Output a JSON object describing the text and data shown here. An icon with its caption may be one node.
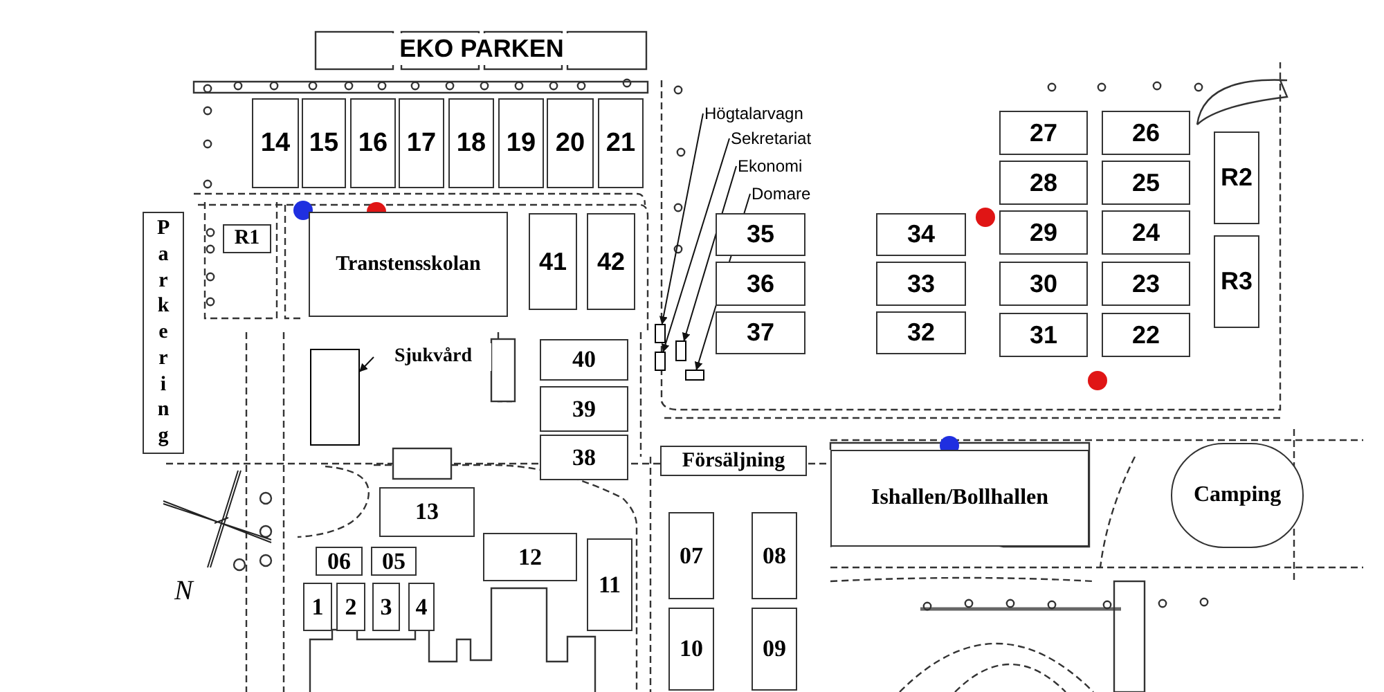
{
  "diagram": {
    "nodes": [
      {
        "text": [
          "14"
        ]
      },
      {
        "text": [
          "15"
        ]
      },
      {
        "text": [
          "16"
        ]
      },
      {
        "text": [
          "17"
        ]
      },
      {
        "text": [
          "18"
        ]
      },
      {
        "text": [
          "19"
        ]
      },
      {
        "text": [
          "20"
        ]
      },
      {
        "text": [
          "21"
        ]
      },
      {
        "text": [
          "Parkering"
        ]
      },
      {
        "text": [
          "R1"
        ]
      },
      {
        "text": [
          "Transtensskolan"
        ]
      },
      {
        "text": [
          "41"
        ]
      },
      {
        "text": [
          "42"
        ]
      },
      {
        "text": [
          "Högtalarvagn"
        ]
      },
      {
        "text": [
          "Sekretariat"
        ]
      },
      {
        "text": [
          "Ekonomi"
        ]
      },
      {
        "text": [
          "Domare"
        ]
      },
      {
        "text": [],
        "shape": "box"
      },
      {
        "text": [],
        "shape": "box"
      },
      {
        "text": [],
        "shape": "box"
      },
      {
        "text": [],
        "shape": "box"
      },
      {
        "text": [
          "35"
        ]
      },
      {
        "text": [
          "36"
        ]
      },
      {
        "text": [
          "37"
        ]
      },
      {
        "text": [
          "34"
        ]
      },
      {
        "text": [
          "33"
        ]
      },
      {
        "text": [
          "32"
        ]
      },
      {
        "text": [
          "27"
        ]
      },
      {
        "text": [
          "26"
        ]
      },
      {
        "text": [
          "28"
        ]
      },
      {
        "text": [
          "25"
        ]
      },
      {
        "text": [
          "29"
        ]
      },
      {
        "text": [
          "24"
        ]
      },
      {
        "text": [
          "30"
        ]
      },
      {
        "text": [
          "23"
        ]
      },
      {
        "text": [
          "31"
        ]
      },
      {
        "text": [
          "22"
        ]
      },
      {
        "text": [
          "R2"
        ]
      },
      {
        "text": [
          "R3"
        ]
      },
      {
        "text": [
          "Sjukvård"
        ]
      },
      {
        "text": [],
        "shape": "box"
      },
      {
        "text": [
          "40"
        ]
      },
      {
        "text": [
          "39"
        ]
      },
      {
        "text": [
          "38"
        ]
      },
      {
        "text": [
          "Försäljning"
        ]
      },
      {
        "text": [
          "Ishallen/Bollhallen"
        ]
      },
      {
        "text": [
          "Camping"
        ]
      },
      {
        "text": [
          "13"
        ]
      },
      {
        "text": [
          "06"
        ]
      },
      {
        "text": [
          "05"
        ]
      },
      {
        "text": [
          "12"
        ]
      },
      {
        "text": [
          "1"
        ]
      },
      {
        "text": [
          "2"
        ]
      },
      {
        "text": [
          "3"
        ]
      },
      {
        "text": [
          "4"
        ]
      },
      {
        "text": [
          "11"
        ]
      },
      {
        "text": [
          "07"
        ]
      },
      {
        "text": [
          "08"
        ]
      },
      {
        "text": [
          "10"
        ]
      },
      {
        "text": [
          "09"
        ]
      }
    ],
    "edges": [
      {
        "from": 13,
        "to": 17,
        "arrow": "to"
      },
      {
        "from": 14,
        "to": 18,
        "arrow": "to"
      },
      {
        "from": 15,
        "to": 19,
        "arrow": "to"
      },
      {
        "from": 16,
        "to": 20,
        "arrow": "to"
      },
      {
        "from": 39,
        "to": 40,
        "arrow": "to"
      }
    ],
    "labels": [
      "EKO PARKEN",
      "N"
    ]
  }
}
